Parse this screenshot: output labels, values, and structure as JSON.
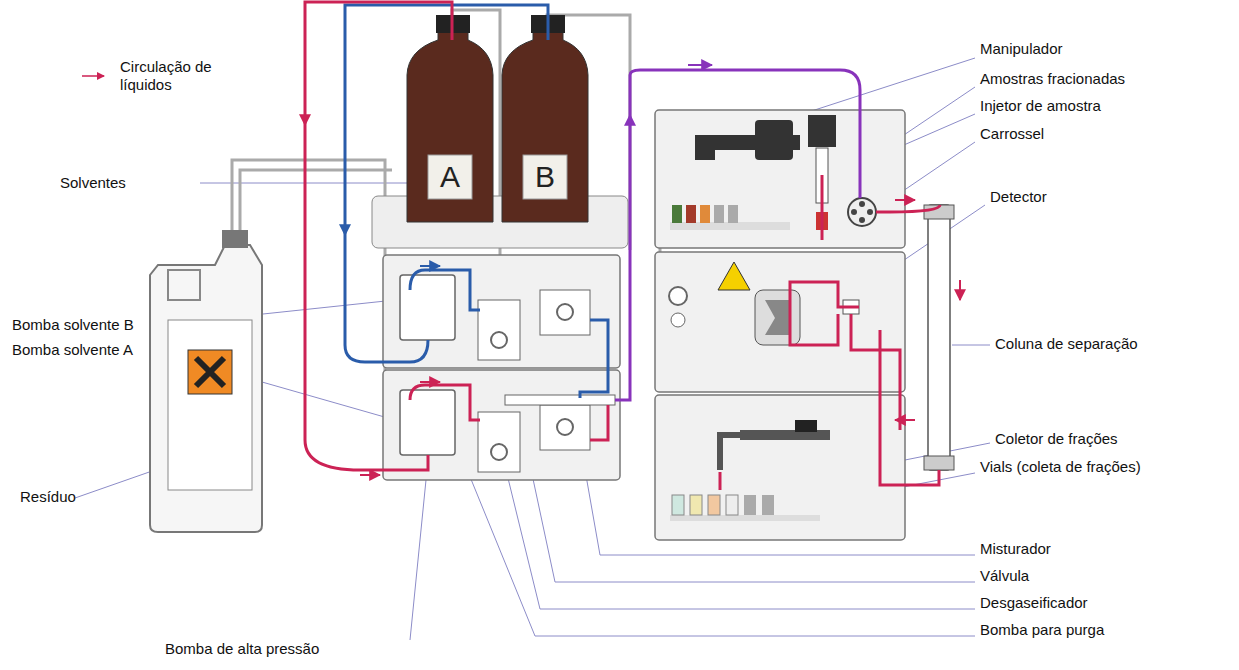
{
  "diagram": {
    "labels": [
      "Manipulador",
      "Amostras fracionadas",
      "Injetor de amostra",
      "Carrossel",
      "Solventes",
      "A",
      "B",
      "Detector",
      "Bomba solvente B",
      "Bomba solvente A",
      "Coluna de separação",
      "Resíduo",
      "Coletor de frações",
      "Vials (coleta de frações)",
      "Misturador",
      "Válvula",
      "Desgaseificador",
      "Bomba de alta pressão",
      "Bomba para purga"
    ],
    "legend": [
      {
        "text": "Circulação de líquidos"
      }
    ]
  }
}
